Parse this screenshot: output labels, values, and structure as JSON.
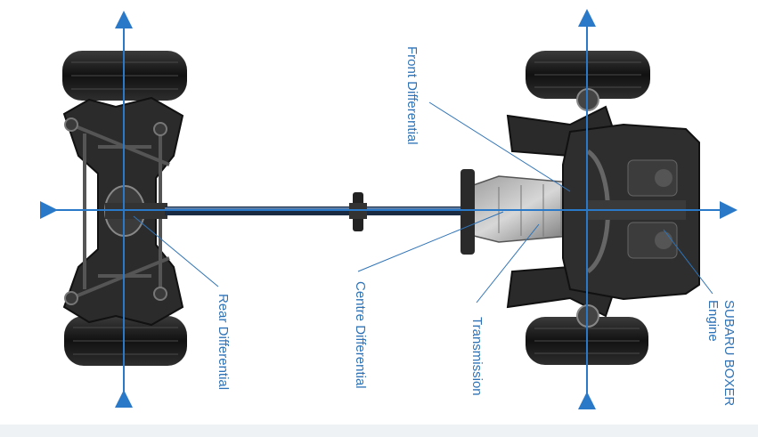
{
  "labels": {
    "front_differential": "Front Differential",
    "rear_differential": "Rear Differential",
    "centre_differential": "Centre Differential",
    "transmission": "Transmission",
    "engine_line1": "SUBARU BOXER",
    "engine_line2": "Engine"
  },
  "colors": {
    "accent_blue": "#2f73b6",
    "arrow_blue": "#2a78c8",
    "tyre": "#1b1b1b",
    "frame": "#2a2a2a"
  }
}
